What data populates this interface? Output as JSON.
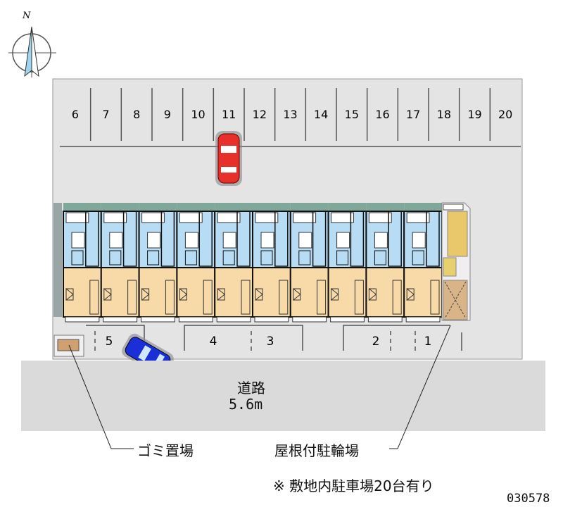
{
  "compass": {
    "north_label": "N"
  },
  "top_parking": [
    "6",
    "7",
    "8",
    "9",
    "10",
    "11",
    "12",
    "13",
    "14",
    "15",
    "16",
    "17",
    "18",
    "19",
    "20"
  ],
  "bottom_parking": [
    "5",
    "4",
    "3",
    "2",
    "1"
  ],
  "building": {
    "unit_count": 10
  },
  "road": {
    "label": "道路",
    "width": "5.6m"
  },
  "callouts": {
    "garbage": "ゴミ置場",
    "bicycle": "屋根付駐輪場"
  },
  "note": "※ 敷地内駐車場20台有り",
  "code": "030578",
  "colors": {
    "site": "#e4e4e4",
    "road": "#dadada",
    "room_blue": "#b8dcf4",
    "room_orange": "#f8d9a8",
    "band": "#7fa89a",
    "red_car": "#e8302a",
    "blue_car": "#1a2fd8"
  }
}
